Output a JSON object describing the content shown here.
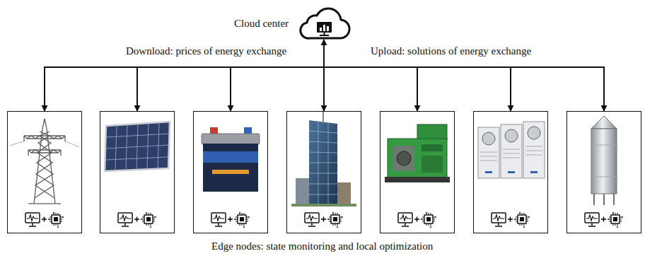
{
  "diagram": {
    "caption": "Edge nodes: state monitoring and local optimization",
    "nodes": [
      {
        "text": [
          "Cloud center"
        ]
      },
      {
        "text": []
      },
      {
        "text": []
      },
      {
        "text": []
      },
      {
        "text": []
      },
      {
        "text": []
      },
      {
        "text": []
      },
      {
        "text": []
      }
    ],
    "edges": [
      {
        "from": 0,
        "to": 1,
        "arrow": "to"
      },
      {
        "from": 0,
        "to": 2,
        "arrow": "to"
      },
      {
        "from": 0,
        "to": 3,
        "arrow": "to"
      },
      {
        "from": 0,
        "to": 4,
        "arrow": "both"
      },
      {
        "from": 0,
        "to": 5,
        "arrow": "to"
      },
      {
        "from": 0,
        "to": 6,
        "arrow": "to"
      },
      {
        "from": 0,
        "to": 7,
        "arrow": "to"
      }
    ],
    "labels": [
      "Download: prices of energy exchange",
      "Upload: solutions of energy exchange"
    ]
  }
}
